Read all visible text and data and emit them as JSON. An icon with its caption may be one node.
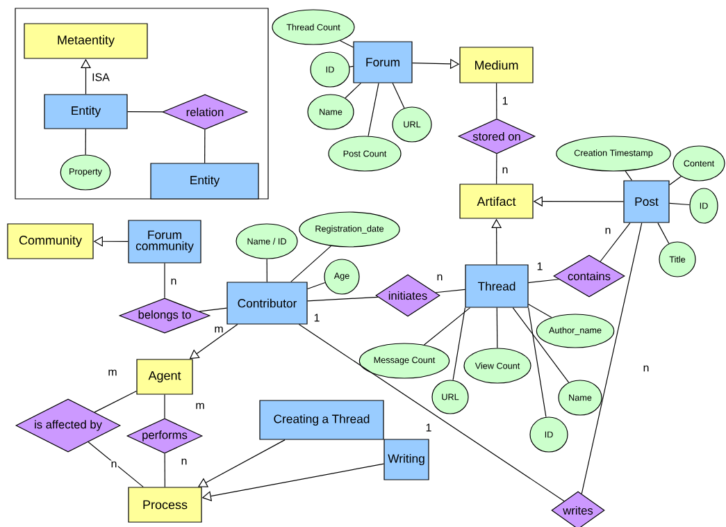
{
  "diagram": {
    "nodes": [
      {
        "text": [],
        "shape": "box"
      },
      {
        "text": [
          "Metaentity"
        ],
        "in": 0
      },
      {
        "text": [
          "Entity"
        ],
        "in": 0
      },
      {
        "text": [
          "relation"
        ],
        "in": 0
      },
      {
        "text": [
          "Property"
        ],
        "in": 0
      },
      {
        "text": [
          "Entity"
        ],
        "in": 0
      },
      {
        "text": [
          "Thread Count"
        ]
      },
      {
        "text": [
          "ID"
        ]
      },
      {
        "text": [
          "Name"
        ]
      },
      {
        "text": [
          "Forum"
        ]
      },
      {
        "text": [
          "Post Count"
        ]
      },
      {
        "text": [
          "URL"
        ]
      },
      {
        "text": [
          "Medium"
        ]
      },
      {
        "text": [
          "stored on"
        ]
      },
      {
        "text": [
          "Creation Timestamp"
        ]
      },
      {
        "text": [
          "Content"
        ]
      },
      {
        "text": [
          "Artifact"
        ]
      },
      {
        "text": [
          "Post"
        ]
      },
      {
        "text": [
          "ID"
        ]
      },
      {
        "text": [
          "Community"
        ]
      },
      {
        "text": [
          "Forum community"
        ]
      },
      {
        "text": [
          "Name / ID"
        ]
      },
      {
        "text": [
          "Registration_date"
        ]
      },
      {
        "text": [
          "Title"
        ]
      },
      {
        "text": [
          "Age"
        ]
      },
      {
        "text": [
          "initiates"
        ]
      },
      {
        "text": [
          "Thread"
        ]
      },
      {
        "text": [
          "contains"
        ]
      },
      {
        "text": [
          "belongs to"
        ]
      },
      {
        "text": [
          "Contributor"
        ]
      },
      {
        "text": [
          "Author_name"
        ]
      },
      {
        "text": [
          "Message Count"
        ]
      },
      {
        "text": [
          "View Count"
        ]
      },
      {
        "text": [
          "Agent"
        ]
      },
      {
        "text": [
          "URL"
        ]
      },
      {
        "text": [
          "Name"
        ]
      },
      {
        "text": [
          "is affected by"
        ]
      },
      {
        "text": [
          "performs"
        ]
      },
      {
        "text": [
          "Creating a Thread"
        ]
      },
      {
        "text": [
          "ID"
        ]
      },
      {
        "text": [
          "Writing"
        ]
      },
      {
        "text": [
          "Process"
        ]
      },
      {
        "text": [
          "writes"
        ]
      }
    ],
    "edges": [
      {
        "from": 2,
        "to": 1,
        "arrow": "to",
        "label": "ISA"
      },
      {
        "from": 2,
        "to": 3,
        "arrow": "none"
      },
      {
        "from": 3,
        "to": 5,
        "arrow": "none"
      },
      {
        "from": 2,
        "to": 4,
        "arrow": "none"
      },
      {
        "from": 9,
        "to": 12,
        "arrow": "to"
      },
      {
        "from": 6,
        "to": 9,
        "arrow": "none"
      },
      {
        "from": 7,
        "to": 9,
        "arrow": "none"
      },
      {
        "from": 8,
        "to": 9,
        "arrow": "none"
      },
      {
        "from": 10,
        "to": 9,
        "arrow": "none"
      },
      {
        "from": 11,
        "to": 9,
        "arrow": "none"
      },
      {
        "from": 12,
        "to": 13,
        "arrow": "none",
        "label": "1"
      },
      {
        "from": 13,
        "to": 16,
        "arrow": "none",
        "label": "n"
      },
      {
        "from": 17,
        "to": 16,
        "arrow": "to"
      },
      {
        "from": 26,
        "to": 16,
        "arrow": "to"
      },
      {
        "from": 14,
        "to": 17,
        "arrow": "none"
      },
      {
        "from": 15,
        "to": 17,
        "arrow": "none"
      },
      {
        "from": 18,
        "to": 17,
        "arrow": "none"
      },
      {
        "from": 23,
        "to": 17,
        "arrow": "none"
      },
      {
        "from": 20,
        "to": 19,
        "arrow": "to"
      },
      {
        "from": 20,
        "to": 28,
        "arrow": "none",
        "label": "n"
      },
      {
        "from": 28,
        "to": 29,
        "arrow": "none",
        "label": "m"
      },
      {
        "from": 21,
        "to": 29,
        "arrow": "none"
      },
      {
        "from": 22,
        "to": 29,
        "arrow": "none"
      },
      {
        "from": 24,
        "to": 29,
        "arrow": "none"
      },
      {
        "from": 29,
        "to": 25,
        "arrow": "none"
      },
      {
        "from": 25,
        "to": 26,
        "arrow": "none",
        "label": "n"
      },
      {
        "from": 26,
        "to": 27,
        "arrow": "none",
        "label": "1"
      },
      {
        "from": 27,
        "to": 17,
        "arrow": "none",
        "label": "n"
      },
      {
        "from": 26,
        "to": 30,
        "arrow": "none"
      },
      {
        "from": 26,
        "to": 31,
        "arrow": "none"
      },
      {
        "from": 26,
        "to": 32,
        "arrow": "none"
      },
      {
        "from": 26,
        "to": 34,
        "arrow": "none"
      },
      {
        "from": 26,
        "to": 35,
        "arrow": "none"
      },
      {
        "from": 26,
        "to": 39,
        "arrow": "none"
      },
      {
        "from": 29,
        "to": 33,
        "arrow": "to"
      },
      {
        "from": 33,
        "to": 36,
        "arrow": "none",
        "label": "m"
      },
      {
        "from": 36,
        "to": 41,
        "arrow": "none",
        "label": "n"
      },
      {
        "from": 33,
        "to": 37,
        "arrow": "none",
        "label": "m"
      },
      {
        "from": 37,
        "to": 41,
        "arrow": "none",
        "label": "n"
      },
      {
        "from": 38,
        "to": 41,
        "arrow": "to"
      },
      {
        "from": 40,
        "to": 41,
        "arrow": "to"
      },
      {
        "from": 29,
        "to": 42,
        "arrow": "none",
        "label": "1"
      },
      {
        "from": 17,
        "to": 42,
        "arrow": "none",
        "label": "n"
      }
    ],
    "labels": [
      "1"
    ]
  }
}
